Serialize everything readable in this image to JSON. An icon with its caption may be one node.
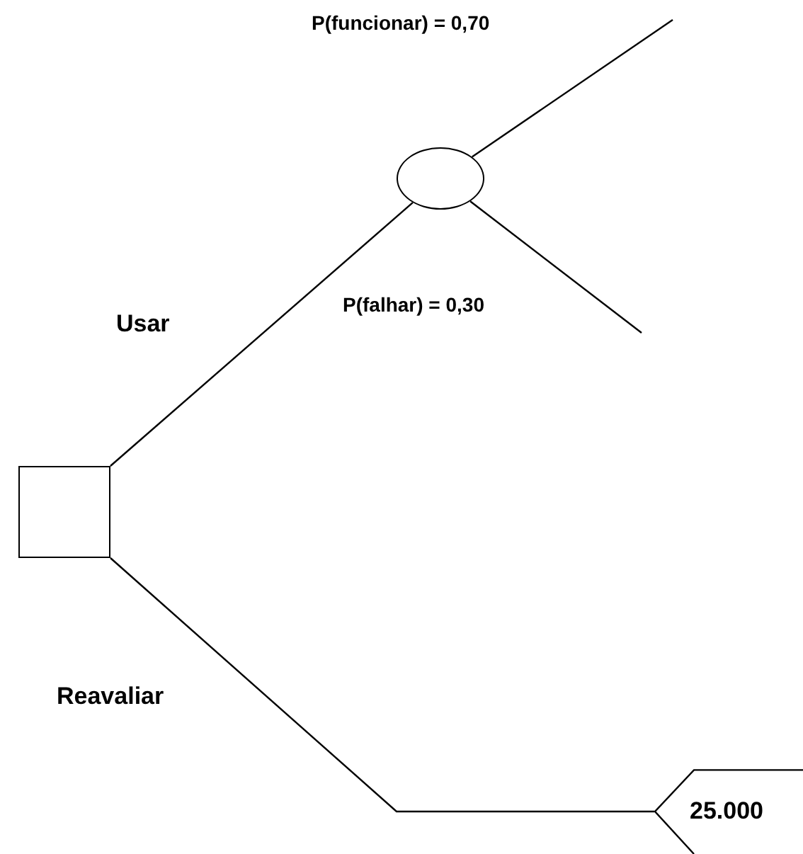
{
  "diagram": {
    "nodes": [
      {
        "text": [],
        "shape": "box"
      },
      {
        "text": [],
        "shape": "circle"
      },
      {
        "text": [
          "25.000"
        ]
      }
    ],
    "edges": [
      {
        "from": 0,
        "to": 1,
        "arrow": "none",
        "label": "Usar"
      },
      {
        "from": 0,
        "to": 2,
        "arrow": "none",
        "label": "Reavaliar"
      },
      {
        "from": 1,
        "to": null,
        "arrow": "none",
        "label": "P(funcionar) = 0,70"
      },
      {
        "from": 1,
        "to": null,
        "arrow": "none",
        "label": "P(falhar) = 0,30"
      }
    ]
  }
}
